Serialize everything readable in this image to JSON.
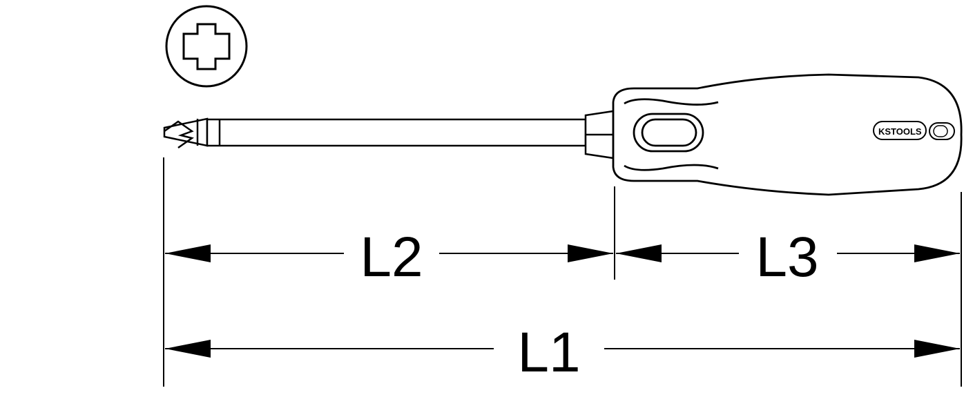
{
  "drawing": {
    "tip_type": "phillips-cross",
    "stroke_color": "#000000",
    "background_color": "#ffffff",
    "brand_logo_text": "KSTOOLS",
    "icons": [
      "phillips-tip-symbol-icon",
      "dimension-arrow-icon"
    ]
  },
  "dimensions": {
    "L1": "L1",
    "L2": "L2",
    "L3": "L3"
  }
}
